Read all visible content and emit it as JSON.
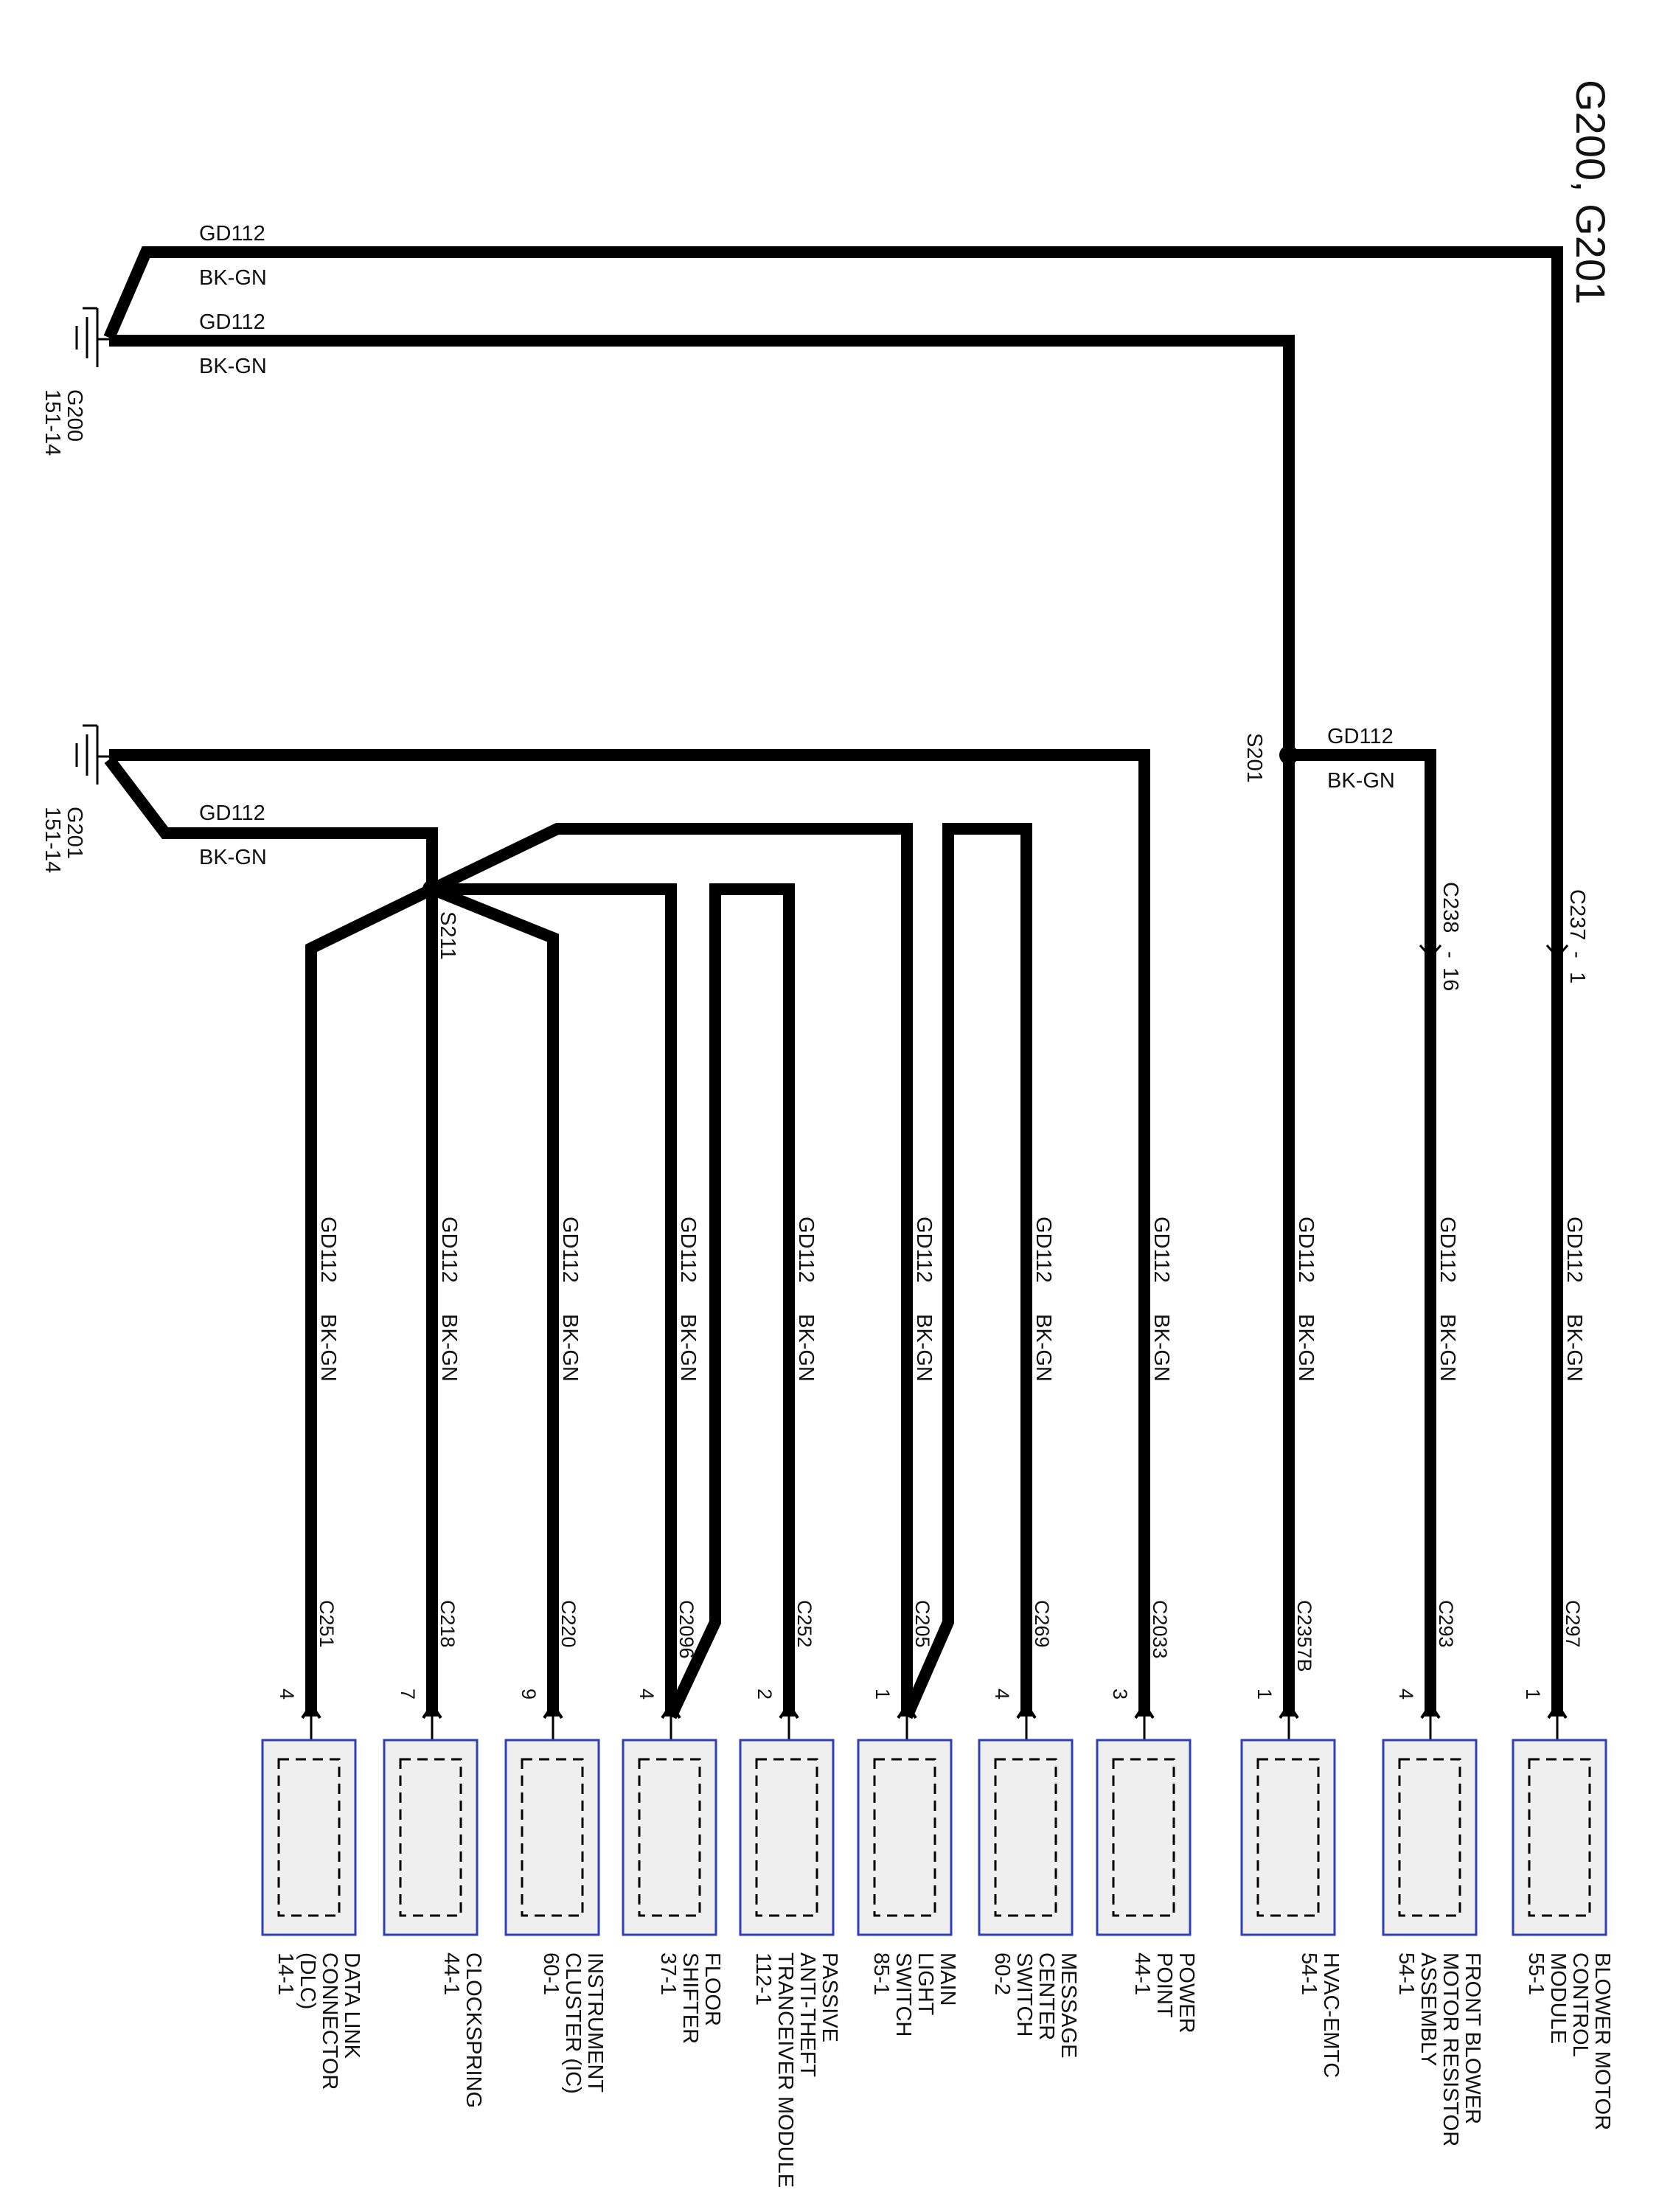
{
  "title": "G200, G201",
  "wire": {
    "circuit": "GD112",
    "color": "BK-GN"
  },
  "grounds": [
    {
      "id": "g200",
      "name": "G200",
      "ref": "151-14"
    },
    {
      "id": "g201",
      "name": "G201",
      "ref": "151-14"
    }
  ],
  "splices": [
    {
      "id": "s201",
      "name": "S201"
    },
    {
      "id": "s211",
      "name": "S211"
    }
  ],
  "inline_connectors": [
    {
      "id": "c237",
      "name": "C237",
      "pin": "1"
    },
    {
      "id": "c238",
      "name": "C238",
      "pin": "16"
    }
  ],
  "components": [
    {
      "id": "dlc",
      "connector": "C251",
      "pin": "4",
      "name_lines": [
        "DATA LINK",
        "CONNECTOR",
        "(DLC)",
        "14-1"
      ]
    },
    {
      "id": "clockspring",
      "connector": "C218",
      "pin": "7",
      "name_lines": [
        "CLOCKSPRING",
        "44-1"
      ]
    },
    {
      "id": "ic",
      "connector": "C220",
      "pin": "9",
      "name_lines": [
        "INSTRUMENT",
        "CLUSTER (IC)",
        "60-1"
      ]
    },
    {
      "id": "floor-shifter",
      "connector": "C2096",
      "pin": "4",
      "name_lines": [
        "FLOOR",
        "SHIFTER",
        "37-1"
      ]
    },
    {
      "id": "pats",
      "connector": "C252",
      "pin": "2",
      "name_lines": [
        "PASSIVE",
        "ANTI-THEFT",
        "TRANCEIVER MODULE",
        "112-1"
      ]
    },
    {
      "id": "main-light-switch",
      "connector": "C205",
      "pin": "1",
      "name_lines": [
        "MAIN",
        "LIGHT",
        "SWITCH",
        "85-1"
      ]
    },
    {
      "id": "message-center-switch",
      "connector": "C269",
      "pin": "4",
      "name_lines": [
        "MESSAGE",
        "CENTER",
        "SWITCH",
        "60-2"
      ]
    },
    {
      "id": "power-point",
      "connector": "C2033",
      "pin": "3",
      "name_lines": [
        "POWER",
        "POINT",
        "44-1"
      ]
    },
    {
      "id": "hvac-emtc",
      "connector": "C2357B",
      "pin": "1",
      "name_lines": [
        "HVAC-EMTC",
        "54-1"
      ]
    },
    {
      "id": "blower-resistor",
      "connector": "C293",
      "pin": "4",
      "name_lines": [
        "FRONT BLOWER",
        "MOTOR RESISTOR",
        "ASSEMBLY",
        "54-1"
      ]
    },
    {
      "id": "blower-control",
      "connector": "C297",
      "pin": "1",
      "name_lines": [
        "BLOWER MOTOR",
        "CONTROL",
        "MODULE",
        "55-1"
      ]
    }
  ]
}
